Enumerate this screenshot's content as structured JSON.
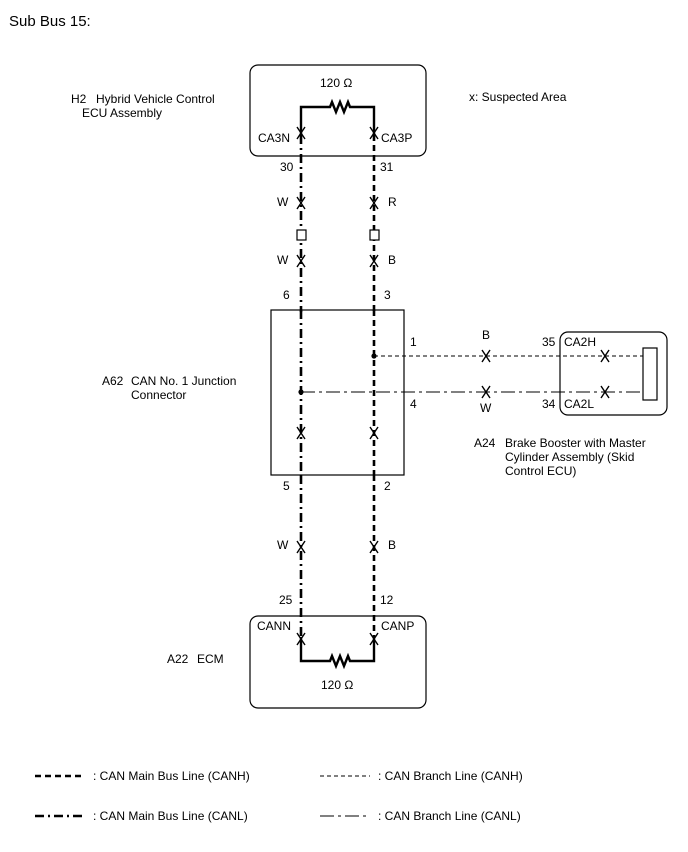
{
  "page": {
    "title": "Sub Bus 15:"
  },
  "legend_note": "x: Suspected Area",
  "components": {
    "h2": {
      "code": "H2",
      "name_line1": "Hybrid Vehicle Control",
      "name_line2": "ECU Assembly",
      "resistor": "120 Ω",
      "left_connector": "CA3N",
      "right_connector": "CA3P"
    },
    "a62": {
      "code": "A62",
      "name_line1": "CAN No. 1 Junction",
      "name_line2": "Connector"
    },
    "a24": {
      "code": "A24",
      "name_line1": "Brake Booster with Master",
      "name_line2": "Cylinder Assembly (Skid",
      "name_line3": "Control ECU)",
      "upper_connector": "CA2H",
      "lower_connector": "CA2L"
    },
    "a22": {
      "code": "A22",
      "name": "ECM",
      "resistor": "120 Ω",
      "left_connector": "CANN",
      "right_connector": "CANP"
    }
  },
  "pins": {
    "h2_left": "30",
    "h2_right": "31",
    "a62_top_left": "6",
    "a62_top_right": "3",
    "a62_bottom_left": "5",
    "a62_bottom_right": "2",
    "a62_branch_canh": "1",
    "a62_branch_canl": "4",
    "a24_canh": "35",
    "a24_canl": "34",
    "a22_left": "25",
    "a22_right": "12"
  },
  "wire_colors": {
    "left_upper_1": "W",
    "left_upper_2": "W",
    "right_upper_1": "R",
    "right_upper_2": "B",
    "left_lower": "W",
    "right_lower": "B",
    "branch_canh": "B",
    "branch_canl": "W"
  },
  "legend": {
    "main_canh": ": CAN Main Bus Line (CANH)",
    "main_canl": ": CAN Main Bus Line (CANL)",
    "branch_canh": ": CAN Branch Line (CANH)",
    "branch_canl": ": CAN Branch Line (CANL)"
  }
}
